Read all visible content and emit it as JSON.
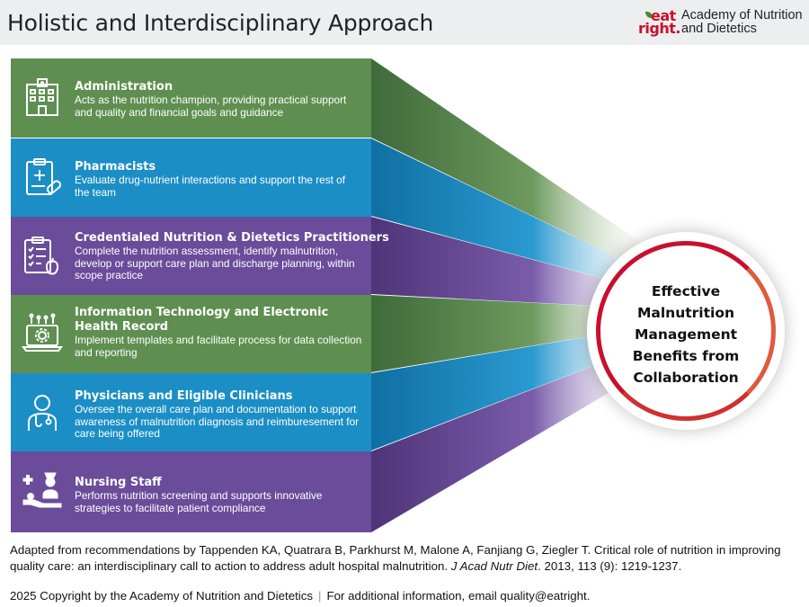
{
  "header": {
    "title": "Holistic and Interdisciplinary Approach",
    "logo": {
      "eat": "eat",
      "right": "right.",
      "org_line1": "Academy of Nutrition",
      "org_line2": "and Dietetics"
    }
  },
  "colors": {
    "green": "#5e8f50",
    "blue": "#1b8ec6",
    "purple": "#6a4c9a",
    "accent_red": "#c8102e"
  },
  "roles": [
    {
      "icon": "hospital-building-icon",
      "title": "Administration",
      "description": "Acts as the nutrition champion, providing practical support and quality and financial goals and guidance"
    },
    {
      "icon": "prescription-clipboard-icon",
      "title": "Pharmacists",
      "description": "Evaluate drug-nutrient interactions and support the rest of the team"
    },
    {
      "icon": "checklist-apple-icon",
      "title": "Credentialed Nutrition & Dietetics Practitioners",
      "description": "Complete the nutrition assessment, identify malnutrition, develop or support care plan and discharge planning, within scope practice"
    },
    {
      "icon": "laptop-gear-icon",
      "title": "Information Technology and Electronic Health Record",
      "description": "Implement templates and facilitate process for data collection and reporting"
    },
    {
      "icon": "physician-icon",
      "title": "Physicians and Eligible Clinicians",
      "description": "Oversee the overall care plan and documentation to support awareness of malnutrition diagnosis and reimburesement for care being offered"
    },
    {
      "icon": "nurse-patient-icon",
      "title": "Nursing Staff",
      "description": "Performs nutrition screening and supports innovative strategies to facilitate patient compliance"
    }
  ],
  "center": {
    "line1": "Effective",
    "line2": "Malnutrition",
    "line3": "Management",
    "line4": "Benefits from",
    "line5": "Collaboration"
  },
  "footer": {
    "citation_prefix": "Adapted from recommendations by Tappenden KA, Quatrara B, Parkhurst M, Malone A, Fanjiang G, Ziegler T. Critical role of nutrition in improving quality care: an interdisciplinary call to action to address adult hospital malnutrition.",
    "journal": "J Acad Nutr Diet",
    "citation_suffix": ". 2013, 113 (9): 1219-1237.",
    "copyright": "2025 Copyright by the Academy of Nutrition and Dietetics",
    "separator": "|",
    "contact": "For additional information, email quality@eatright."
  }
}
